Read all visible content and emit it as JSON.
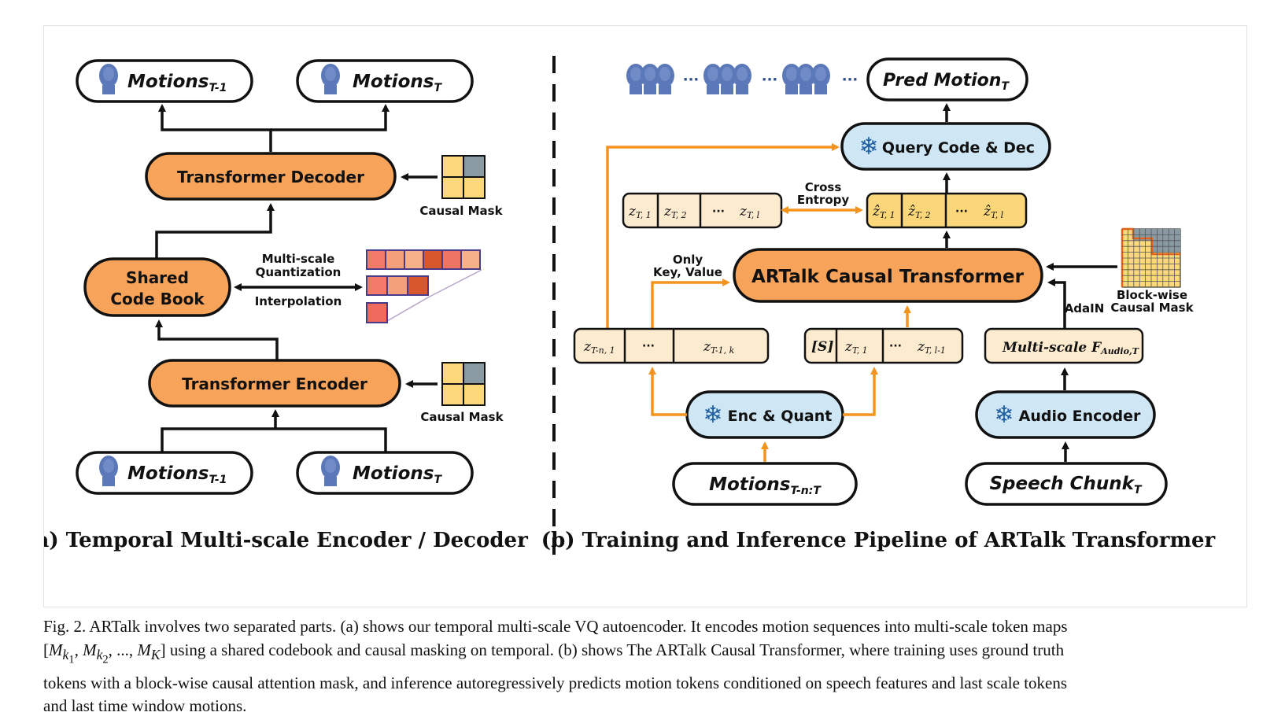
{
  "panel_a": {
    "motions_prev": "Motions",
    "motions_prev_sub": "T-1",
    "motions_cur": "Motions",
    "motions_cur_sub": "T",
    "decoder": "Transformer Decoder",
    "encoder": "Transformer Encoder",
    "codebook_line1": "Shared",
    "codebook_line2": "Code Book",
    "causal_mask": "Causal Mask",
    "msq_line1": "Multi-scale",
    "msq_line2": "Quantization",
    "interpolation": "Interpolation",
    "caption": "(a) Temporal Multi-scale Encoder / Decoder"
  },
  "panel_b": {
    "pred_motion": "Pred Motion",
    "pred_motion_sub": "T",
    "query_code": "Query Code & Dec",
    "cross_entropy_line1": "Cross",
    "cross_entropy_line2": "Entropy",
    "causal_transformer": "ARTalk Causal Transformer",
    "only_kv_line1": "Only",
    "only_kv_line2": "Key, Value",
    "blockwise_line1": "Block-wise",
    "blockwise_line2": "Causal Mask",
    "adain": "AdaIN",
    "multiscale_feat": "Multi-scale F",
    "multiscale_feat_sub": "Audio,T",
    "enc_quant": "Enc & Quant",
    "audio_encoder": "Audio Encoder",
    "motions_window": "Motions",
    "motions_window_sub": "T-n:T",
    "speech_chunk": "Speech Chunk",
    "speech_chunk_sub": "T",
    "ellipsis": "···",
    "gt_tokens": [
      "z",
      "T, 1",
      "z",
      "T, 2",
      "z",
      "T, l"
    ],
    "pred_tokens": [
      "ẑ",
      "T, 1",
      "ẑ",
      "T, 2",
      "ẑ",
      "T, l"
    ],
    "hist_tokens": [
      "z",
      "T-n, 1",
      "z",
      "T-1, k"
    ],
    "cur_tokens": [
      "[S]",
      "z",
      "T, 1",
      "z",
      "T, l-1"
    ],
    "caption": "(b) Training and Inference Pipeline of ARTalk Transformer"
  },
  "caption": {
    "text": "Fig. 2.  ARTalk involves two separated parts. (a) shows our temporal multi-scale VQ autoencoder. It encodes motion sequences into multi-scale token maps [M_{k_1}, M_{k_2}, ..., M_K] using a shared codebook and causal masking on temporal. (b) shows The ARTalk Causal Transformer, where training uses ground truth tokens with a block-wise causal attention mask, and inference autoregressively predicts motion tokens conditioned on speech features and last scale tokens and last time window motions.",
    "line1": "Fig. 2.  ARTalk involves two separated parts. (a) shows our temporal multi-scale VQ autoencoder. It encodes motion sequences into multi-scale token maps",
    "line2_a": "[",
    "m": "M",
    "k": "k",
    "sub1": "1",
    "sub2": "2",
    "mid": ", ..., ",
    "K": "K",
    "line2_b": "] using a shared codebook and causal masking on temporal. (b) shows The ARTalk Causal Transformer, where training uses ground truth",
    "line3": "tokens with a block-wise causal attention mask, and inference autoregressively predicts motion tokens conditioned on speech features and last scale tokens",
    "line4": "and last time window motions."
  },
  "colors": {
    "orange_fill": "#f7a35a",
    "blue_fill": "#cfe6f5",
    "token_fill": "#fdebd0",
    "pred_token_fill": "#fbd77a",
    "arrow_orange": "#f39420",
    "mask_yellow": "#fbd97a",
    "mask_gray": "#8a9aa3"
  }
}
